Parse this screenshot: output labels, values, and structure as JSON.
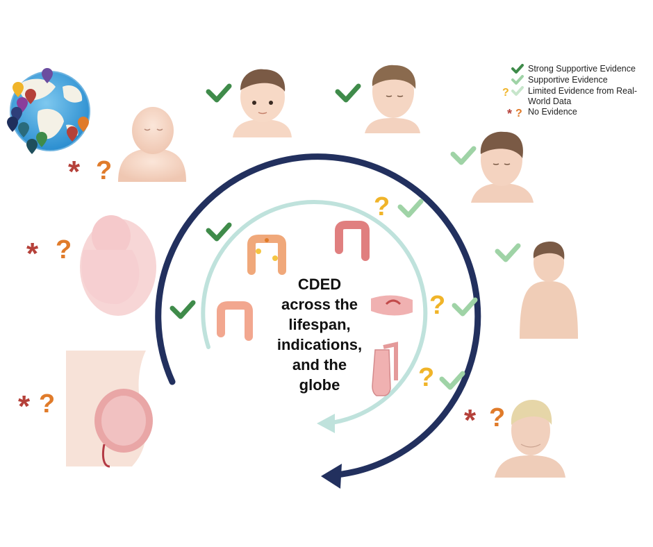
{
  "center_title": [
    "CDED",
    "across the",
    "lifespan,",
    "indications,",
    "and the",
    "globe"
  ],
  "legend": [
    {
      "symbol": "strong-check",
      "label": "Strong Supportive Evidence"
    },
    {
      "symbol": "light-check",
      "label": "Supportive Evidence"
    },
    {
      "symbol": "question-check",
      "label": "Limited Evidence from Real-World Data"
    },
    {
      "symbol": "asterisk-question",
      "label": "No Evidence"
    }
  ],
  "colors": {
    "strong": "#3f8b4a",
    "supportive": "#9fd3a6",
    "limited": "#f0b429",
    "none_asterisk": "#b5413a",
    "none_question": "#e07b2a",
    "outer_arrow": "#22305e",
    "inner_arrow": "#bfe2dc"
  },
  "icons": [
    "globe-with-pins-icon",
    "newborn-icon",
    "infant-icon",
    "child-icon",
    "adolescent-icon",
    "young-adult-icon",
    "elderly-icon",
    "fetus-icon",
    "pregnancy-icon",
    "colon-icon",
    "inflamed-colon-icon",
    "small-colon-icon",
    "esophagus-icon",
    "stomach-tube-icon"
  ]
}
